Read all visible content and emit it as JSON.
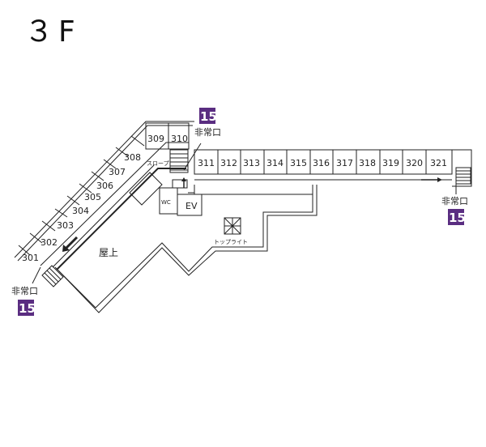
{
  "floor": "３F",
  "labels": {
    "roof": "屋上",
    "slope": "スロープ",
    "wc": "WC",
    "ev": "EV",
    "toplight": "トップライト"
  },
  "exits": [
    {
      "label": "非常口",
      "number": "15"
    },
    {
      "label": "非常口",
      "number": "15"
    },
    {
      "label": "非常口",
      "number": "15"
    }
  ],
  "rooms": [
    "301",
    "302",
    "303",
    "304",
    "305",
    "306",
    "307",
    "308",
    "309",
    "310",
    "311",
    "312",
    "313",
    "314",
    "315",
    "316",
    "317",
    "318",
    "319",
    "320",
    "321"
  ],
  "colors": {
    "badge": "#5a2d81",
    "line": "#222222"
  }
}
